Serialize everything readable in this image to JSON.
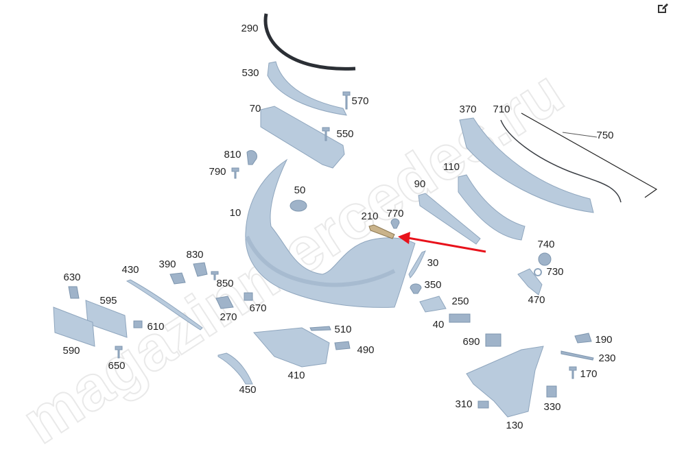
{
  "watermark": "magazinmercedes.ru",
  "edit_icon": "edit-icon",
  "colors": {
    "part_fill": "#b9cbdd",
    "part_stroke": "#8ea5bd",
    "pointer_arrow": "#e8121b",
    "label": "#222222"
  },
  "highlighted_part": "210",
  "labels": [
    "290",
    "530",
    "570",
    "70",
    "550",
    "810",
    "790",
    "50",
    "10",
    "210",
    "770",
    "370",
    "710",
    "750",
    "110",
    "90",
    "740",
    "730",
    "470",
    "30",
    "350",
    "250",
    "40",
    "690",
    "190",
    "230",
    "170",
    "310",
    "330",
    "130",
    "510",
    "490",
    "410",
    "450",
    "270",
    "670",
    "850",
    "830",
    "390",
    "430",
    "630",
    "595",
    "610",
    "590",
    "650"
  ]
}
